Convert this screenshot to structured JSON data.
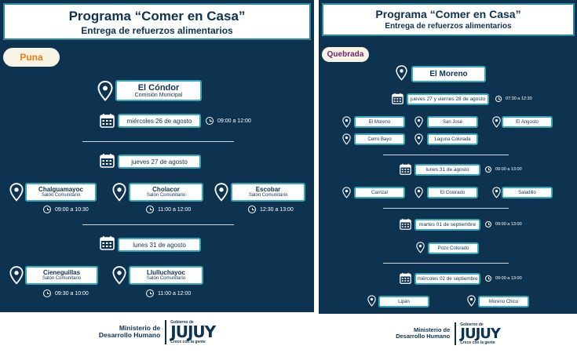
{
  "colors": {
    "navy": "#0e3350",
    "teal": "#37a8b7",
    "orange": "#f07c12",
    "purple": "#6b2b6e",
    "badge_bg": "#f7f4e6"
  },
  "icons": {
    "pin": "map-pin-icon",
    "calendar": "calendar-icon",
    "clock": "clock-icon"
  },
  "left": {
    "title": "Programa “Comer en Casa”",
    "subtitle": "Entrega de refuerzos alimentarios",
    "region": "Puna",
    "main_location": {
      "name": "El Cóndor",
      "type": "Comisión Municipal"
    },
    "main_date": "miércoles 26 de agosto",
    "main_time": "09:00 a 12:00",
    "date2": "jueves 27 de agosto",
    "group2": [
      {
        "name": "Chalguamayoc",
        "type": "Salón Comunitario",
        "time": "09:00 a 10:30"
      },
      {
        "name": "Cholacor",
        "type": "Salón Comunitario",
        "time": "11:00 a 12:00"
      },
      {
        "name": "Escobar",
        "type": "Salón Comunitario",
        "time": "12:30 a 13:00"
      }
    ],
    "date3": "lunes 31 de agosto",
    "group3": [
      {
        "name": "Cieneguillas",
        "type": "Salón Comunitario",
        "time": "09:30 a 10:00"
      },
      {
        "name": "Llulluchayoc",
        "type": "Salón Comunitario",
        "time": "11:00 a 12:00"
      }
    ]
  },
  "right": {
    "title": "Programa “Comer en Casa”",
    "subtitle": "Entrega de refuerzos alimentarios",
    "region": "Quebrada",
    "main_location": "El Moreno",
    "date1": "jueves 27 y viernes 28 de agosto",
    "time1": "07:30 a 12:30",
    "group1": [
      "El Moreno",
      "San José",
      "El Angosto",
      "Cerro Bayo",
      "Laguna Colorada"
    ],
    "date2": "lunes 31 de agosto",
    "time2": "09:00 a 13:00",
    "group2": [
      "Carrizal",
      "El Colorado",
      "Saladillo"
    ],
    "date3": "martes 01 de septiembre",
    "time3": "09:00 a 13:00",
    "group3": [
      "Pozo Colorado"
    ],
    "date4": "miércoles 02 de septiembre",
    "time4": "09:00 a 13:00",
    "group4": [
      "Lipán",
      "Moreno Chico"
    ]
  },
  "footer": {
    "ministry_line1": "Ministerio de",
    "ministry_line2": "Desarrollo Humano",
    "gov_label": "Gobierno de",
    "logo_text": "JUJUY",
    "tagline": "Crece con la gente"
  }
}
